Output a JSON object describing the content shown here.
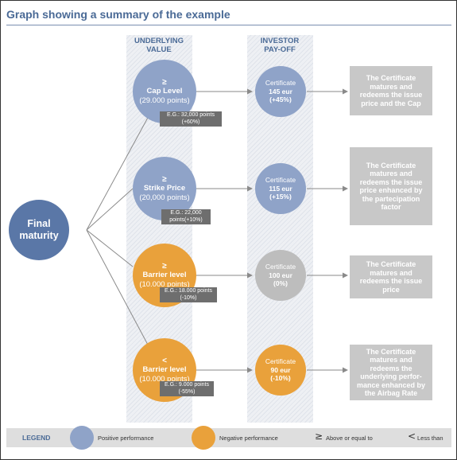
{
  "title": "Graph showing a summary of the example",
  "columns": {
    "underlying": [
      "UNDERLYING",
      "VALUE"
    ],
    "investor": [
      "INVESTOR",
      "PAY-OFF"
    ]
  },
  "final": [
    "Final",
    "maturity"
  ],
  "scenarios": [
    {
      "symbol": "≥",
      "name": "Cap Level",
      "points": "(29.000 points)",
      "name_bold": true,
      "example": [
        "E.G.: 32,000 points",
        "(+60%)"
      ],
      "payoff": [
        "Certificate",
        "145 eur",
        "(+45%)"
      ],
      "result": "The Certificate matures and redeems the issue price and the Cap"
    },
    {
      "symbol": "≥",
      "name": "Strike Price",
      "points": "(20,000 points)",
      "name_bold": true,
      "example": [
        "E.G.: 22,000",
        "points(+10%)"
      ],
      "payoff": [
        "Certificate",
        "115 eur",
        "(+15%)"
      ],
      "result": "The Certificate matures and redeems the issue price enhanced by the partecipation factor"
    },
    {
      "symbol": "≥",
      "name": "Barrier level",
      "points": "(10.000 points)",
      "name_bold": true,
      "example": [
        "E.G.: 18.000 points",
        "(-10%)"
      ],
      "payoff": [
        "Certificate",
        "100 eur",
        "(0%)"
      ],
      "result": "The Certificate matures and redeems the issue price"
    },
    {
      "symbol": "<",
      "name": "Barrier level",
      "points": "(10.000 points)",
      "name_bold": true,
      "example": [
        "E.G.: 9.000 points",
        "(-55%)"
      ],
      "payoff": [
        "Certificate",
        "90 eur",
        "(-10%)"
      ],
      "result": "The Certificate matures and redeems the underlying perfor-mance enhanced by the Airbag Rate"
    }
  ],
  "legend": {
    "label": "LEGEND",
    "positive": "Positive performance",
    "negative": "Negative performance",
    "gte_symbol": "≥",
    "gte_text": "Above or equal to",
    "lt_symbol": "<",
    "lt_text": "Less than"
  },
  "colors": {
    "final": "#5a77a7",
    "positive": "#8fa3c8",
    "negative": "#e9a13b",
    "neutral": "#bdbdbd",
    "result_box": "#c8c8c8",
    "example_box": "#6e6e6e",
    "title": "#4a6a96"
  }
}
